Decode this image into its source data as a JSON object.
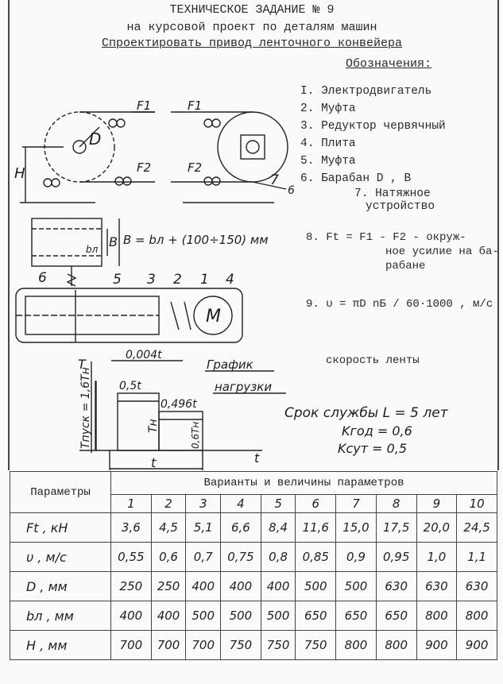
{
  "header": {
    "title": "ТЕХНИЧЕСКОЕ ЗАДАНИЕ № 9",
    "subtitle": "на курсовой проект по деталям машин",
    "task": "Спроектировать привод ленточного конвейера"
  },
  "legend": {
    "heading": "Обозначения:",
    "items": [
      "I. Электродвигатель",
      "2. Муфта",
      "3. Редуктор червячный",
      "4. Плита",
      "5. Муфта",
      "6. Барабан  D , B",
      "7. Натяжное",
      "устройство"
    ],
    "item8": "8.  Ft = F1 - F2 - окруж-",
    "item8b": "ное усилие на ба-",
    "item8c": "рабане",
    "item9": "9.  υ = πD nБ / 60·1000 , м/с",
    "item9b": "скорость ленты"
  },
  "diagram": {
    "f1": "F1",
    "f2": "F2",
    "d": "D",
    "h": "H",
    "seven": "7",
    "six": "6",
    "b_formula": "B = bл + (100÷150) мм",
    "bl": "bл",
    "b": "B",
    "lbl1": "1",
    "lbl2": "2",
    "lbl3": "3",
    "lbl4": "4",
    "lbl5": "5",
    "lbl6": "6",
    "motor": "M"
  },
  "load_chart": {
    "title1": "График",
    "title2": "нагрузки",
    "t_axis": "T",
    "time_axis": "t",
    "t_total": "t",
    "d1": "0,004t",
    "d2": "0,5t",
    "d3": "0,496t",
    "tpusk": "Tпуск = 1,6Tн",
    "tn": "Tн",
    "t06": "0,6Tн"
  },
  "service": {
    "life": "Срок службы L = 5 лет",
    "kgod": "Kгод = 0,6",
    "ksut": "Kсут = 0,5"
  },
  "table": {
    "param_header": "Параметры",
    "variants_header": "Варианты и величины параметров",
    "variants": [
      "1",
      "2",
      "3",
      "4",
      "5",
      "6",
      "7",
      "8",
      "9",
      "10"
    ],
    "rows": [
      {
        "param": "Ft , кН",
        "values": [
          "3,6",
          "4,5",
          "5,1",
          "6,6",
          "8,4",
          "11,6",
          "15,0",
          "17,5",
          "20,0",
          "24,5"
        ]
      },
      {
        "param": "υ , м/с",
        "values": [
          "0,55",
          "0,6",
          "0,7",
          "0,75",
          "0,8",
          "0,85",
          "0,9",
          "0,95",
          "1,0",
          "1,1"
        ]
      },
      {
        "param": "D , мм",
        "values": [
          "250",
          "250",
          "400",
          "400",
          "400",
          "500",
          "500",
          "630",
          "630",
          "630"
        ]
      },
      {
        "param": "bл , мм",
        "values": [
          "400",
          "400",
          "500",
          "500",
          "500",
          "650",
          "650",
          "650",
          "800",
          "800"
        ]
      },
      {
        "param": "H , мм",
        "values": [
          "700",
          "700",
          "700",
          "750",
          "750",
          "750",
          "800",
          "800",
          "900",
          "900"
        ]
      }
    ]
  }
}
